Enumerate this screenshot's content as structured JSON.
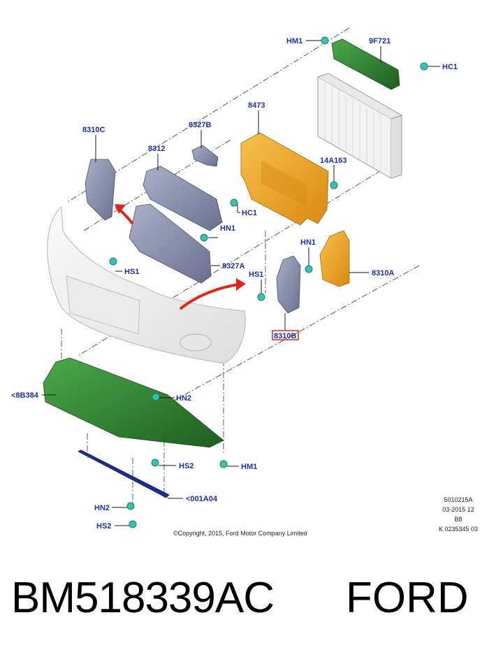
{
  "diagram": {
    "callouts": {
      "hm1_top": "HM1",
      "9f721": "9F721",
      "hc1_top": "HC1",
      "8473": "8473",
      "14a163": "14A163",
      "hc1_mid": "HC1",
      "8310c": "8310C",
      "8327b": "8327B",
      "8312": "8312",
      "hn1_mid": "HN1",
      "hs1_left": "HS1",
      "8327a": "8327A",
      "hn1_right": "HN1",
      "hs1_right": "HS1",
      "8310a": "8310A",
      "8310b": "8310B",
      "8b384": "<8B384",
      "hn2_upper": "HN2",
      "hs2_upper": "HS2",
      "hm1_bottom": "HM1",
      "001a04": "<001A04",
      "hn2_lower": "HN2",
      "hs2_lower": "HS2"
    },
    "copyright": "©Copyright, 2015, Ford Motor Company Limited",
    "reference": {
      "line1": "5010215A",
      "line2": "03-2015 12",
      "line3": "B8",
      "line4": "K 0235345 03"
    }
  },
  "caption": {
    "part_number": "BM518339AC",
    "brand": "FORD"
  },
  "colors": {
    "callout_text": "#1c2f9c",
    "orange_part": "#f2a72a",
    "green_part": "#2e7d2e",
    "grey_part": "#8a90a8",
    "fastener": "#37c2b0",
    "arrow": "#e0251c",
    "highlight_box": "#e0251c"
  }
}
